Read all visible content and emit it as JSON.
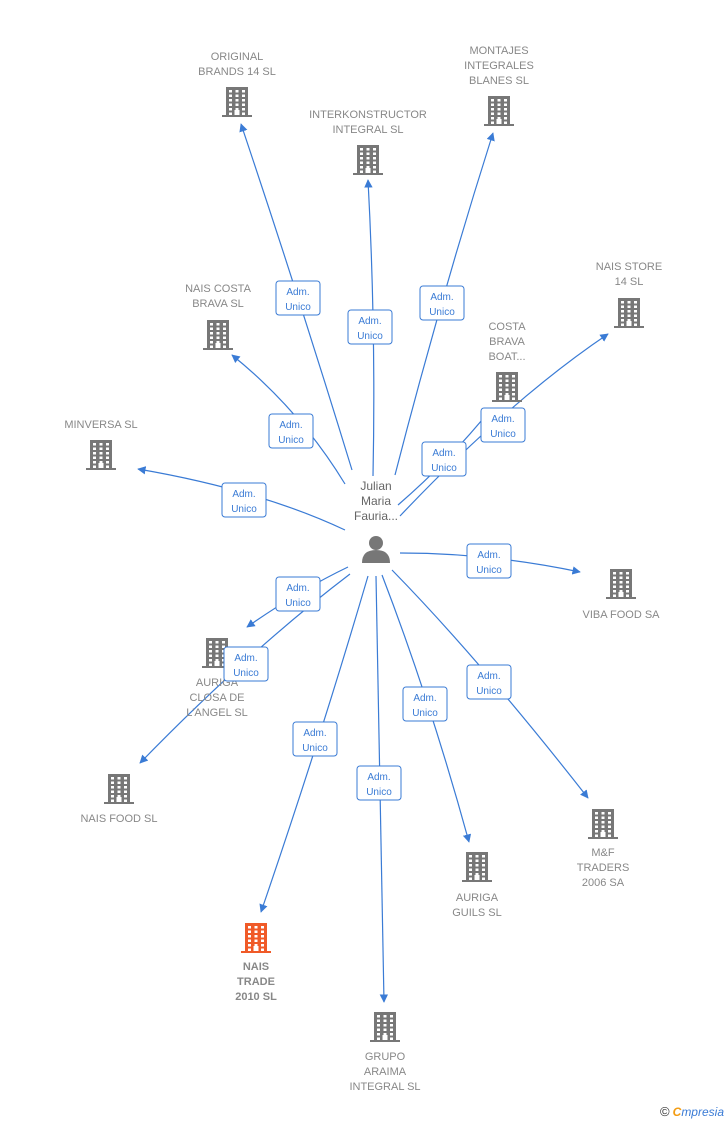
{
  "colors": {
    "accent": "#3a7bd5",
    "node": "#777777",
    "highlight": "#f05a28",
    "text": "#888888"
  },
  "person": {
    "id": "person",
    "label": [
      "Julian",
      "Maria",
      "Fauria..."
    ],
    "icon": "person-icon"
  },
  "role_label": [
    "Adm.",
    "Unico"
  ],
  "companies": [
    {
      "id": "original-brands-14-sl",
      "label": [
        "ORIGINAL",
        "BRANDS 14  SL"
      ],
      "icon": "building-icon"
    },
    {
      "id": "interkonstructor-integral-sl",
      "label": [
        "INTERKONSTRUCTOR",
        "INTEGRAL  SL"
      ],
      "icon": "building-icon"
    },
    {
      "id": "montajes-integrales-blanes-sl",
      "label": [
        "MONTAJES",
        "INTEGRALES",
        "BLANES  SL"
      ],
      "icon": "building-icon"
    },
    {
      "id": "nais-store-14-sl",
      "label": [
        "NAIS STORE",
        "14  SL"
      ],
      "icon": "building-icon"
    },
    {
      "id": "nais-costa-brava-sl",
      "label": [
        "NAIS COSTA",
        "BRAVA  SL"
      ],
      "icon": "building-icon"
    },
    {
      "id": "costa-brava-boat",
      "label": [
        "COSTA",
        "BRAVA",
        "BOAT..."
      ],
      "icon": "building-icon"
    },
    {
      "id": "minversa-sl",
      "label": [
        "MINVERSA SL"
      ],
      "icon": "building-icon"
    },
    {
      "id": "viba-food-sa",
      "label": [
        "VIBA FOOD SA"
      ],
      "icon": "building-icon"
    },
    {
      "id": "auriga-closa-de-langel-sl",
      "label": [
        "AURIGA",
        "CLOSA DE",
        "L'ANGEL SL"
      ],
      "icon": "building-icon"
    },
    {
      "id": "nais-food-sl",
      "label": [
        "NAIS FOOD  SL"
      ],
      "icon": "building-icon"
    },
    {
      "id": "mf-traders-2006-sa",
      "label": [
        "M&F",
        "TRADERS",
        "2006 SA"
      ],
      "icon": "building-icon"
    },
    {
      "id": "auriga-guils-sl",
      "label": [
        "AURIGA",
        "GUILS SL"
      ],
      "icon": "building-icon"
    },
    {
      "id": "nais-trade-2010-sl",
      "label": [
        "NAIS",
        "TRADE",
        "2010  SL"
      ],
      "icon": "building-icon",
      "highlight": true
    },
    {
      "id": "grupo-araima-integral-sl",
      "label": [
        "GRUPO",
        "ARAIMA",
        "INTEGRAL  SL"
      ],
      "icon": "building-icon"
    }
  ],
  "relations": [
    {
      "from": "person",
      "to": "original-brands-14-sl",
      "role": "Adm. Unico"
    },
    {
      "from": "person",
      "to": "interkonstructor-integral-sl",
      "role": "Adm. Unico"
    },
    {
      "from": "person",
      "to": "montajes-integrales-blanes-sl",
      "role": "Adm. Unico"
    },
    {
      "from": "person",
      "to": "nais-store-14-sl",
      "role": "Adm. Unico"
    },
    {
      "from": "person",
      "to": "nais-costa-brava-sl",
      "role": "Adm. Unico"
    },
    {
      "from": "person",
      "to": "costa-brava-boat",
      "role": "Adm. Unico"
    },
    {
      "from": "person",
      "to": "minversa-sl",
      "role": "Adm. Unico"
    },
    {
      "from": "person",
      "to": "viba-food-sa",
      "role": "Adm. Unico"
    },
    {
      "from": "person",
      "to": "auriga-closa-de-langel-sl",
      "role": "Adm. Unico"
    },
    {
      "from": "person",
      "to": "nais-food-sl",
      "role": "Adm. Unico"
    },
    {
      "from": "person",
      "to": "mf-traders-2006-sa",
      "role": "Adm. Unico"
    },
    {
      "from": "person",
      "to": "auriga-guils-sl",
      "role": "Adm. Unico"
    },
    {
      "from": "person",
      "to": "nais-trade-2010-sl",
      "role": "Adm. Unico"
    },
    {
      "from": "person",
      "to": "grupo-araima-integral-sl",
      "role": "Adm. Unico"
    }
  ],
  "footer": {
    "copyright": "©",
    "brand_initial": "C",
    "brand_rest": "mpresia"
  }
}
